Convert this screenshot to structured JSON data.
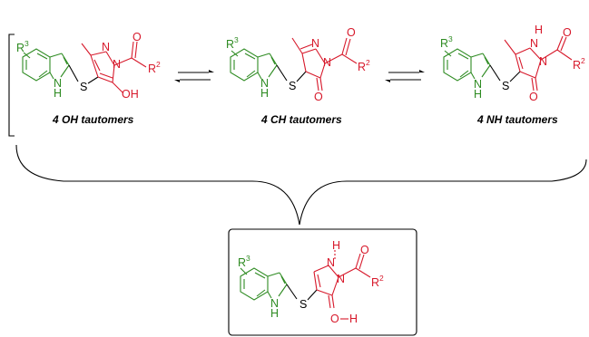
{
  "colors": {
    "indole": "#2e8b22",
    "pyrazolone": "#d7192b",
    "linker": "#000000"
  },
  "tautomers": [
    {
      "label": "4 OH tautomers",
      "atoms": {
        "r3": "R",
        "r3_sup": "3",
        "nh": "N",
        "nh_h": "H",
        "s": "S",
        "n1": "N",
        "n2": "N",
        "o_keto": "O",
        "r2": "R",
        "r2_sup": "2",
        "oh": "OH"
      }
    },
    {
      "label": "4 CH tautomers",
      "atoms": {
        "r3": "R",
        "r3_sup": "3",
        "nh": "N",
        "nh_h": "H",
        "s": "S",
        "n1": "N",
        "n2": "N",
        "o_keto": "O",
        "r2": "R",
        "r2_sup": "2",
        "o_ring": "O"
      }
    },
    {
      "label": "4 NH tautomers",
      "atoms": {
        "r3": "R",
        "r3_sup": "3",
        "nh": "N",
        "nh_h": "H",
        "s": "S",
        "n1": "N",
        "n1_h": "H",
        "n2": "N",
        "o_keto": "O",
        "r2": "R",
        "r2_sup": "2",
        "o_ring": "O"
      }
    }
  ],
  "hbonded": {
    "atoms": {
      "r3": "R",
      "r3_sup": "3",
      "nh": "N",
      "nh_h": "H",
      "s": "S",
      "n1": "N",
      "n1_h": "H",
      "n2": "N",
      "o_keto": "O",
      "r2": "R",
      "r2_sup": "2",
      "o_ring": "O",
      "oh_h": "H"
    }
  }
}
